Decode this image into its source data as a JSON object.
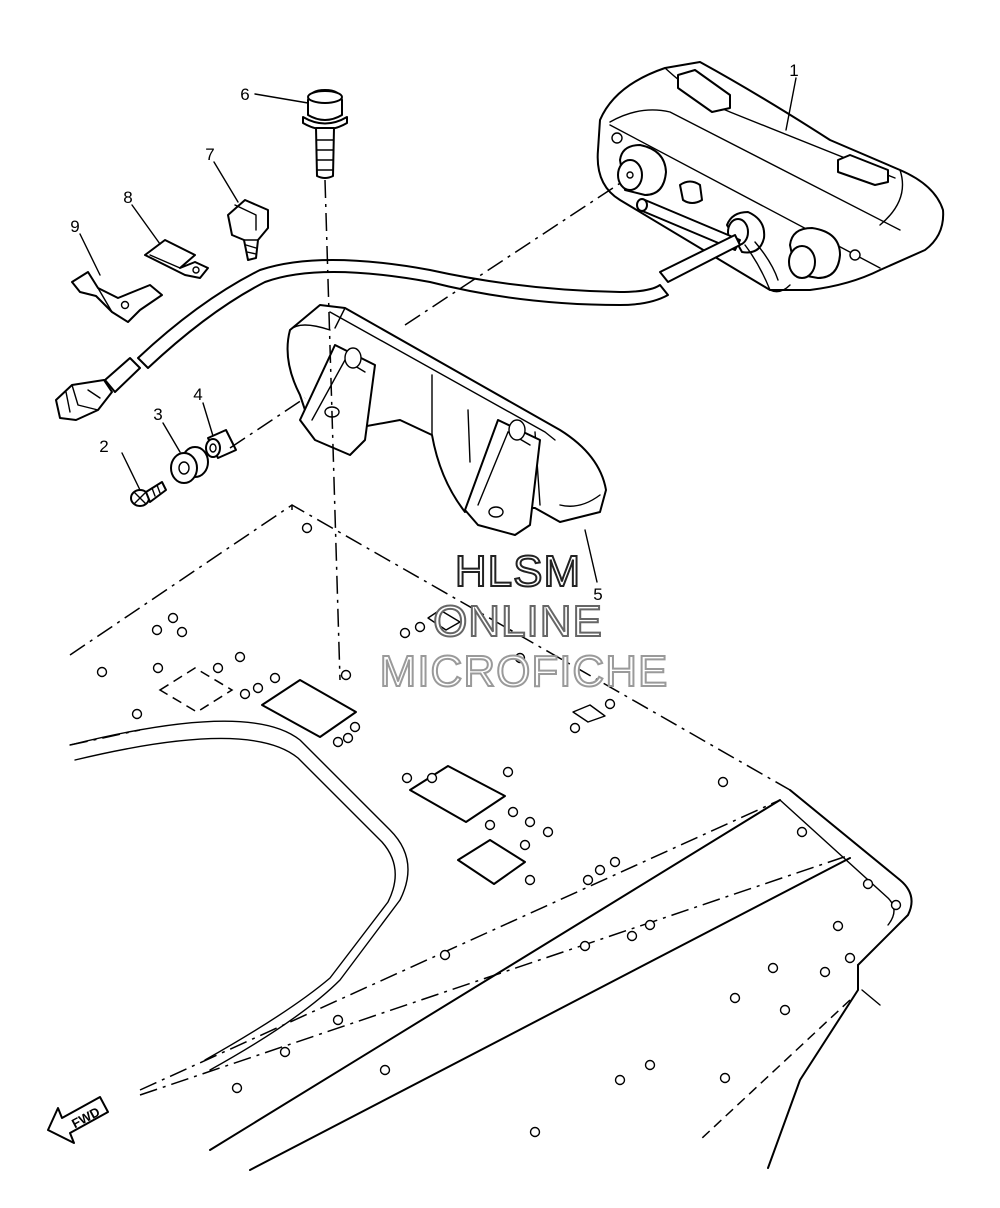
{
  "callouts": [
    {
      "id": "1",
      "label": "1"
    },
    {
      "id": "2",
      "label": "2"
    },
    {
      "id": "3",
      "label": "3"
    },
    {
      "id": "4",
      "label": "4"
    },
    {
      "id": "5",
      "label": "5"
    },
    {
      "id": "6",
      "label": "6"
    },
    {
      "id": "7",
      "label": "7"
    },
    {
      "id": "8",
      "label": "8"
    },
    {
      "id": "9",
      "label": "9"
    }
  ],
  "watermark": {
    "line1": "HLSM",
    "line2": "ONLINE",
    "line3": "MICROFICHE",
    "colors": [
      "#222222",
      "#666666",
      "#9a9a9a"
    ]
  },
  "fwd_label": "FWD"
}
